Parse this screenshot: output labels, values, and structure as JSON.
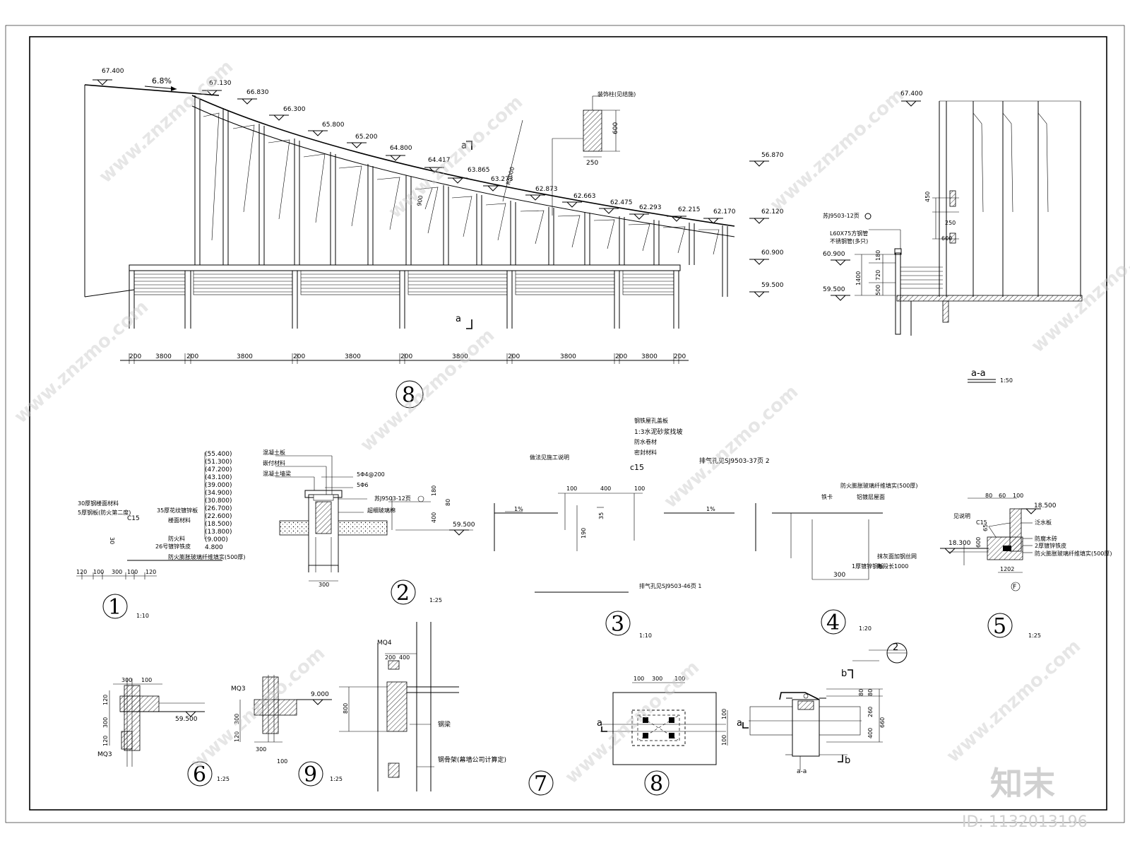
{
  "elevation": {
    "top_levels": [
      "67.400",
      "67.130",
      "66.830",
      "66.300",
      "65.800",
      "65.200",
      "64.800",
      "64.417",
      "63.865",
      "63.273",
      "62.873",
      "62.663",
      "62.475",
      "62.293",
      "62.215",
      "62.170"
    ],
    "slope": "6.8%",
    "right_levels": [
      "56.870",
      "62.120",
      "60.900",
      "59.500"
    ],
    "radius": "R5000",
    "depth": "900",
    "bays": [
      "200",
      "3800",
      "200",
      "3800",
      "200",
      "3800",
      "200",
      "3800",
      "200",
      "3800",
      "200",
      "3800",
      "200"
    ],
    "section_mark": "a",
    "circle": "8",
    "deco_post_label": "装饰柱(见结施)",
    "deco_post_h": "600",
    "deco_post_w": "250"
  },
  "section_aa": {
    "title": "a-a",
    "scale": "1:50",
    "top_level": "67.400",
    "lvl1": "60.900",
    "lvl2": "59.500",
    "dims": [
      "450",
      "250",
      "600",
      "180",
      "720",
      "500",
      "1400"
    ],
    "note1": "苏J9503-12页",
    "note2": "L60X75方钢管",
    "note3": "不锈钢管(多只)"
  },
  "detail1": {
    "levels": [
      "(55.400)",
      "(51.300)",
      "(47.200)",
      "(43.100)",
      "(39.000)",
      "(34.900)",
      "(30.800)",
      "(26.700)",
      "(22.600)",
      "(18.500)",
      "(13.800)",
      "(9.000)",
      "4.800"
    ],
    "l1": "30厚钢楼面材料",
    "l2": "5厚钢板(防火第二度)",
    "l3": "C15",
    "l4": "35厚花纹镀锌板",
    "l5": "楼面材料",
    "l6": "防火料",
    "l7": "26号镀锌铁皮",
    "l8": "防火膨胀玻璃纤维填实(500厚)",
    "small": "30",
    "dims": [
      "120",
      "100",
      "300",
      "100",
      "120"
    ],
    "circle": "1",
    "scale": "1:10"
  },
  "detail2": {
    "l1": "混凝土板",
    "l2": "嵌付材料",
    "l3": "混凝土墙梁",
    "l4": "5Φ4@200",
    "l5": "5Φ6",
    "l6": "苏J9503-12页",
    "l7": "超细玻璃棉",
    "dims": [
      "180",
      "80",
      "400"
    ],
    "level": "59.500",
    "width": "300",
    "circle": "2",
    "scale": "1:25"
  },
  "detail3": {
    "title": "做法见施工说明",
    "c15": "c15",
    "pct": "1%",
    "dims": [
      "100",
      "400",
      "100",
      "35",
      "190"
    ],
    "note": "排气孔见SJ9503-46页 1",
    "circle": "3",
    "scale": "1:10"
  },
  "notes_mid": {
    "n1": "钢铁屋孔盖板",
    "n2": "1:3水泥砂浆找坡",
    "n3": "防水卷材",
    "n4": "密封材料",
    "n5": "排气孔见SJ9503-37页 2",
    "pct": "1%"
  },
  "detail4": {
    "l1": "防火膨胀玻璃纤维填实(500厚)",
    "l2": "铁卡",
    "l3": "铝镀层屋面",
    "l4": "1厚镀锌钢板",
    "l5": "抹灰面加钢丝网",
    "l6": "每段长1000",
    "dim": "300",
    "circle": "4",
    "scale": "1:20"
  },
  "detail5": {
    "dims": [
      "80",
      "60",
      "100",
      "65",
      "600",
      "1202"
    ],
    "l1": "C15",
    "l2": "见说明",
    "l3": "18.500",
    "l4": "18.300",
    "l5": "泛水板",
    "l6": "防腐木砖",
    "l7": "2厚镀锌铁皮",
    "l8": "防火膨胀玻璃纤维填实(500厚)",
    "grid": "F",
    "circle": "5",
    "scale": "1:25"
  },
  "detail6": {
    "dims": [
      "300",
      "100",
      "120",
      "300",
      "120"
    ],
    "level": "59.500",
    "tag": "MQ3",
    "circle": "6",
    "scale": "1:25"
  },
  "detail9": {
    "tag": "MQ3",
    "level": "9.000",
    "dims": [
      "300",
      "120",
      "300",
      "100"
    ],
    "circle": "9",
    "scale": "1:25"
  },
  "detail7": {
    "tag": "MQ4",
    "dims": [
      "200",
      "400",
      "800"
    ],
    "l1": "钢梁",
    "l2": "钢骨架(幕墙公司计算定)",
    "circle": "7"
  },
  "detail8": {
    "dims": [
      "100",
      "300",
      "100",
      "100",
      "100"
    ],
    "mark": "a",
    "circle": "8",
    "sec_title": "a-a",
    "sec_dims": [
      "80",
      "80",
      "260",
      "400",
      "660"
    ],
    "ref": "2",
    "mark_b": "b"
  },
  "watermark": {
    "site": "www.znzmo.com",
    "brand": "知末",
    "id_text": "ID: 1132013196"
  }
}
